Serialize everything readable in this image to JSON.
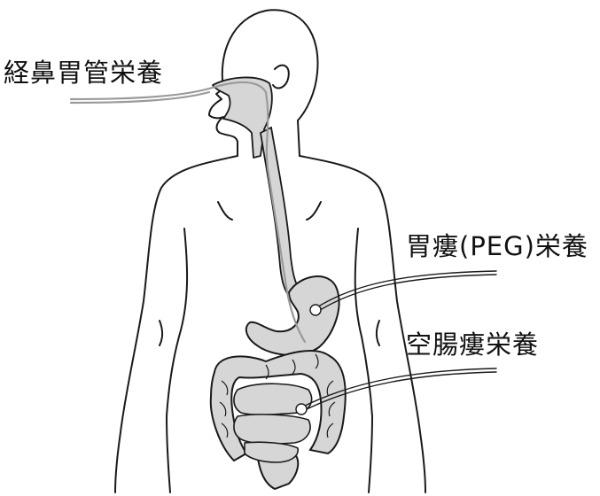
{
  "labels": {
    "nasogastric": "経鼻胃管栄養",
    "peg": "胃瘻(PEG)栄養",
    "jejunostomy": "空腸瘻栄養"
  },
  "colors": {
    "outline": "#1a1a1a",
    "organ_fill": "#d6d6d6",
    "tube": "#9a9a9a",
    "background": "#ffffff"
  }
}
